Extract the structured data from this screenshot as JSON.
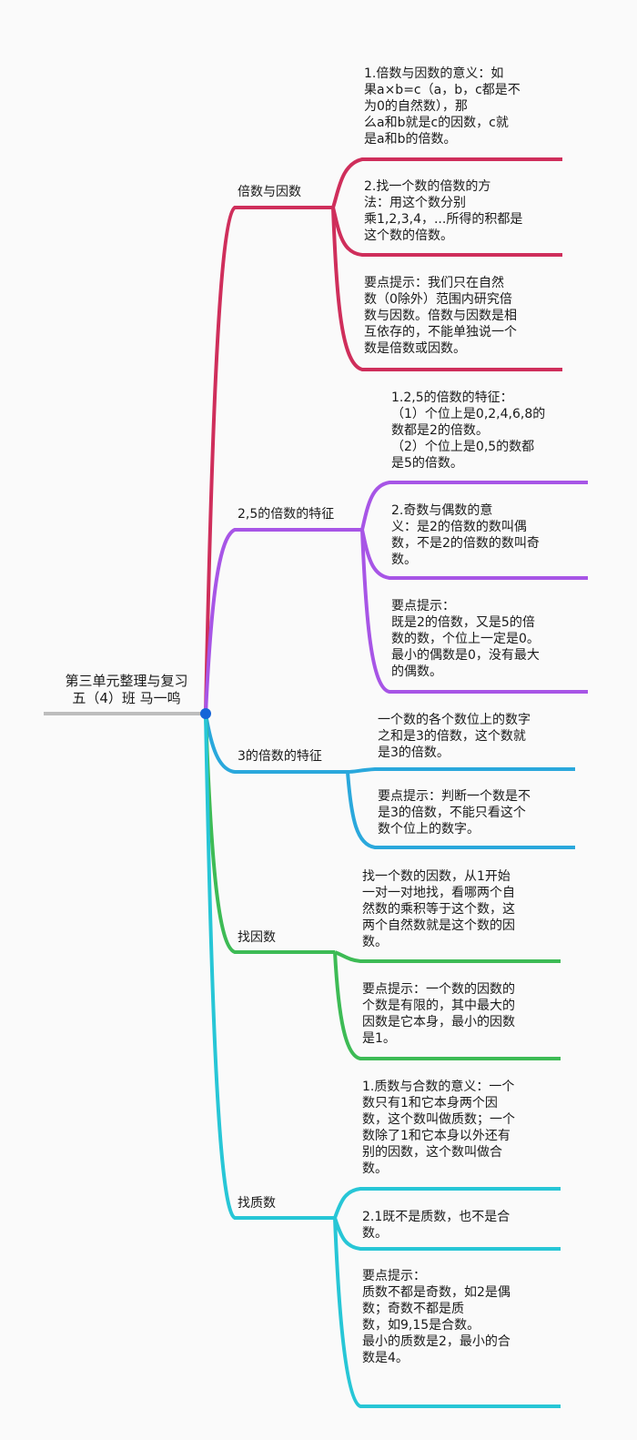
{
  "root": {
    "line1": "第三单元整理与复习",
    "line2": "五（4）班 马一鸣"
  },
  "colors": {
    "root_line": "#bdbdbd",
    "root_dot": "#1565d8",
    "branch1": "#cf2e5b",
    "branch2": "#a755e6",
    "branch3": "#2aa8dc",
    "branch4": "#3dbb55",
    "branch5": "#27c6d6"
  },
  "branches": [
    {
      "label": "倍数与因数",
      "leaves": [
        {
          "lines": [
            "1.倍数与因数的意义：如",
            "果a×b=c（a，b，c都是不",
            "为0的自然数），那",
            "么a和b就是c的因数，c就",
            "是a和b的倍数。"
          ]
        },
        {
          "lines": [
            "2.找一个数的倍数的方",
            "法：用这个数分别",
            "乘1,2,3,4，...所得的积都是",
            "这个数的倍数。"
          ]
        },
        {
          "lines": [
            "要点提示：我们只在自然",
            "数（0除外）范围内研究倍",
            "数与因数。倍数与因数是相",
            "互依存的，不能单独说一个",
            "数是倍数或因数。"
          ]
        }
      ]
    },
    {
      "label": "2,5的倍数的特征",
      "leaves": [
        {
          "lines": [
            "1.2,5的倍数的特征：",
            "（1）个位上是0,2,4,6,8的",
            "数都是2的倍数。",
            "（2）个位上是0,5的数都",
            "是5的倍数。"
          ]
        },
        {
          "lines": [
            "2.奇数与偶数的意",
            "义：是2的倍数的数叫偶",
            "数，不是2的倍数的数叫奇",
            "数。"
          ]
        },
        {
          "lines": [
            "要点提示：",
            "既是2的倍数，又是5的倍",
            "数的数，个位上一定是0。",
            "最小的偶数是0，没有最大",
            "的偶数。"
          ]
        }
      ]
    },
    {
      "label": "3的倍数的特征",
      "leaves": [
        {
          "lines": [
            "一个数的各个数位上的数字",
            "之和是3的倍数，这个数就",
            "是3的倍数。"
          ]
        },
        {
          "lines": [
            "要点提示：判断一个数是不",
            "是3的倍数，不能只看这个",
            "数个位上的数字。"
          ]
        }
      ]
    },
    {
      "label": "找因数",
      "leaves": [
        {
          "lines": [
            "找一个数的因数，从1开始",
            "一对一对地找，看哪两个自",
            "然数的乘积等于这个数，这",
            "两个自然数就是这个数的因",
            "数。"
          ]
        },
        {
          "lines": [
            "要点提示：一个数的因数的",
            "个数是有限的，其中最大的",
            "因数是它本身，最小的因数",
            "是1。"
          ]
        }
      ]
    },
    {
      "label": "找质数",
      "leaves": [
        {
          "lines": [
            "1.质数与合数的意义：一个",
            "数只有1和它本身两个因",
            "数，这个数叫做质数；一个",
            "数除了1和它本身以外还有",
            "别的因数，这个数叫做合",
            "数。"
          ]
        },
        {
          "lines": [
            "2.1既不是质数，也不是合",
            "数。"
          ]
        },
        {
          "lines": [
            "要点提示：",
            "质数不都是奇数，如2是偶",
            "数；奇数不都是质",
            "数，如9,15是合数。",
            "最小的质数是2，最小的合",
            "数是4。"
          ]
        }
      ]
    }
  ]
}
